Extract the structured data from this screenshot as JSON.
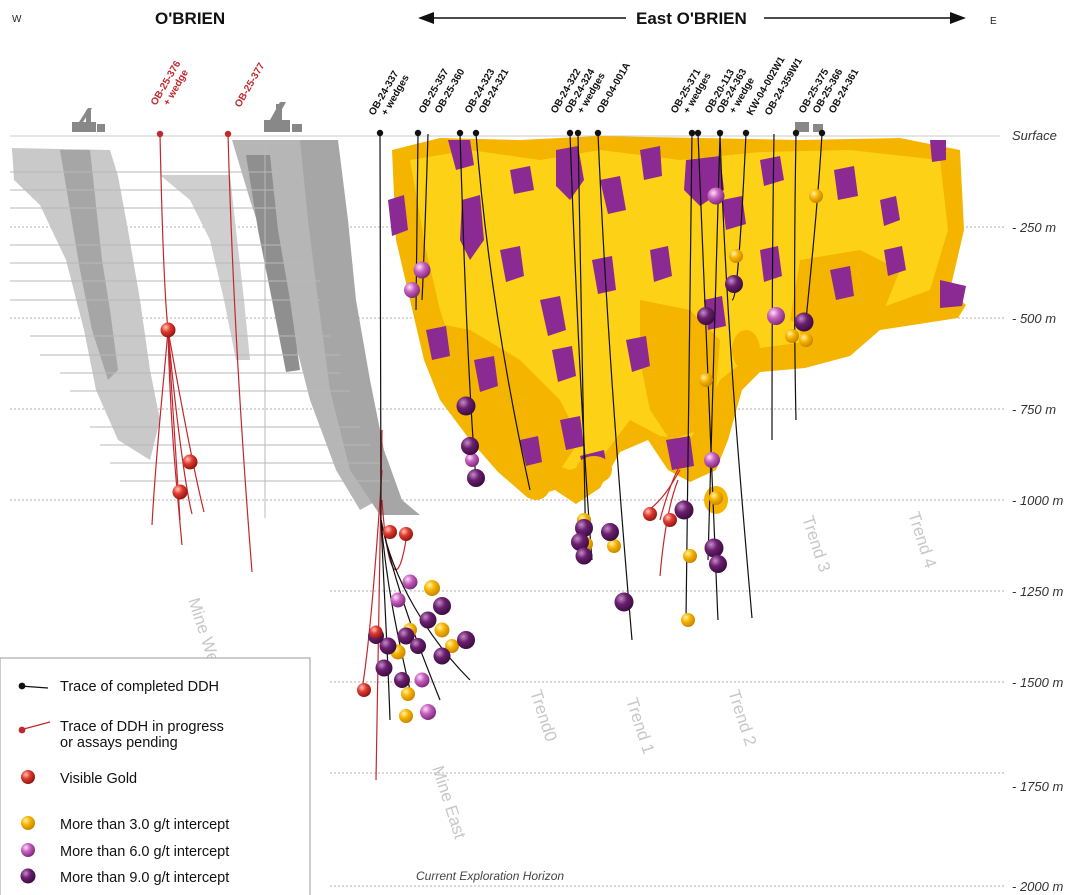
{
  "compass": {
    "west": "W",
    "east": "E"
  },
  "titles": {
    "obrien": "O'BRIEN",
    "east_obrien": "East O'BRIEN"
  },
  "depth_labels": [
    "Surface",
    "- 250 m",
    "- 500 m",
    "- 750 m",
    "- 1000 m",
    "- 1250 m",
    "- 1500 m",
    "- 1750 m",
    "- 2000 m"
  ],
  "holes_in_progress": [
    {
      "lines": [
        "OB-25-376",
        "+ wedge"
      ]
    },
    {
      "lines": [
        "OB-25-377"
      ]
    }
  ],
  "holes_completed": [
    {
      "lines": [
        "OB-24-337",
        "+ wedges"
      ]
    },
    {
      "lines": [
        "OB-25-357"
      ]
    },
    {
      "lines": [
        "OB-25-360"
      ]
    },
    {
      "lines": [
        "OB-24-323"
      ]
    },
    {
      "lines": [
        "OB-24-321"
      ]
    },
    {
      "lines": [
        "OB-24-322"
      ]
    },
    {
      "lines": [
        "OB-24-324",
        "+ wedges"
      ]
    },
    {
      "lines": [
        "OB-04-001A"
      ]
    },
    {
      "lines": [
        "OB-25-371",
        "+ wedges"
      ]
    },
    {
      "lines": [
        "OB-20-113"
      ]
    },
    {
      "lines": [
        "OB-24-363",
        "+ wedge"
      ]
    },
    {
      "lines": [
        "KW-04-002W1"
      ]
    },
    {
      "lines": [
        "OB-24-359W1"
      ]
    },
    {
      "lines": [
        "OB-25-375"
      ]
    },
    {
      "lines": [
        "OB-25-366"
      ]
    },
    {
      "lines": [
        "OB-24-361"
      ]
    }
  ],
  "trend_labels": [
    "Mine West",
    "Mine East",
    "Trend0",
    "Trend 1",
    "Trend 2",
    "Trend 3",
    "Trend 4"
  ],
  "horizon_label": "Current Exploration Horizon",
  "legend": {
    "completed": "Trace of completed DDH",
    "in_progress_line1": "Trace of DDH in progress",
    "in_progress_line2": "or assays pending",
    "visible_gold": "Visible Gold",
    "g3": "More than 3.0 g/t intercept",
    "g6": "More than 6.0 g/t intercept",
    "g9": "More than 9.0 g/t intercept"
  },
  "colors": {
    "orange": "#f5b400",
    "yellow": "#fcd116",
    "purple": "#8a2a92",
    "mine_gray": "#a6a6a6",
    "hole_black": "#111111",
    "hole_red": "#c0282d"
  }
}
